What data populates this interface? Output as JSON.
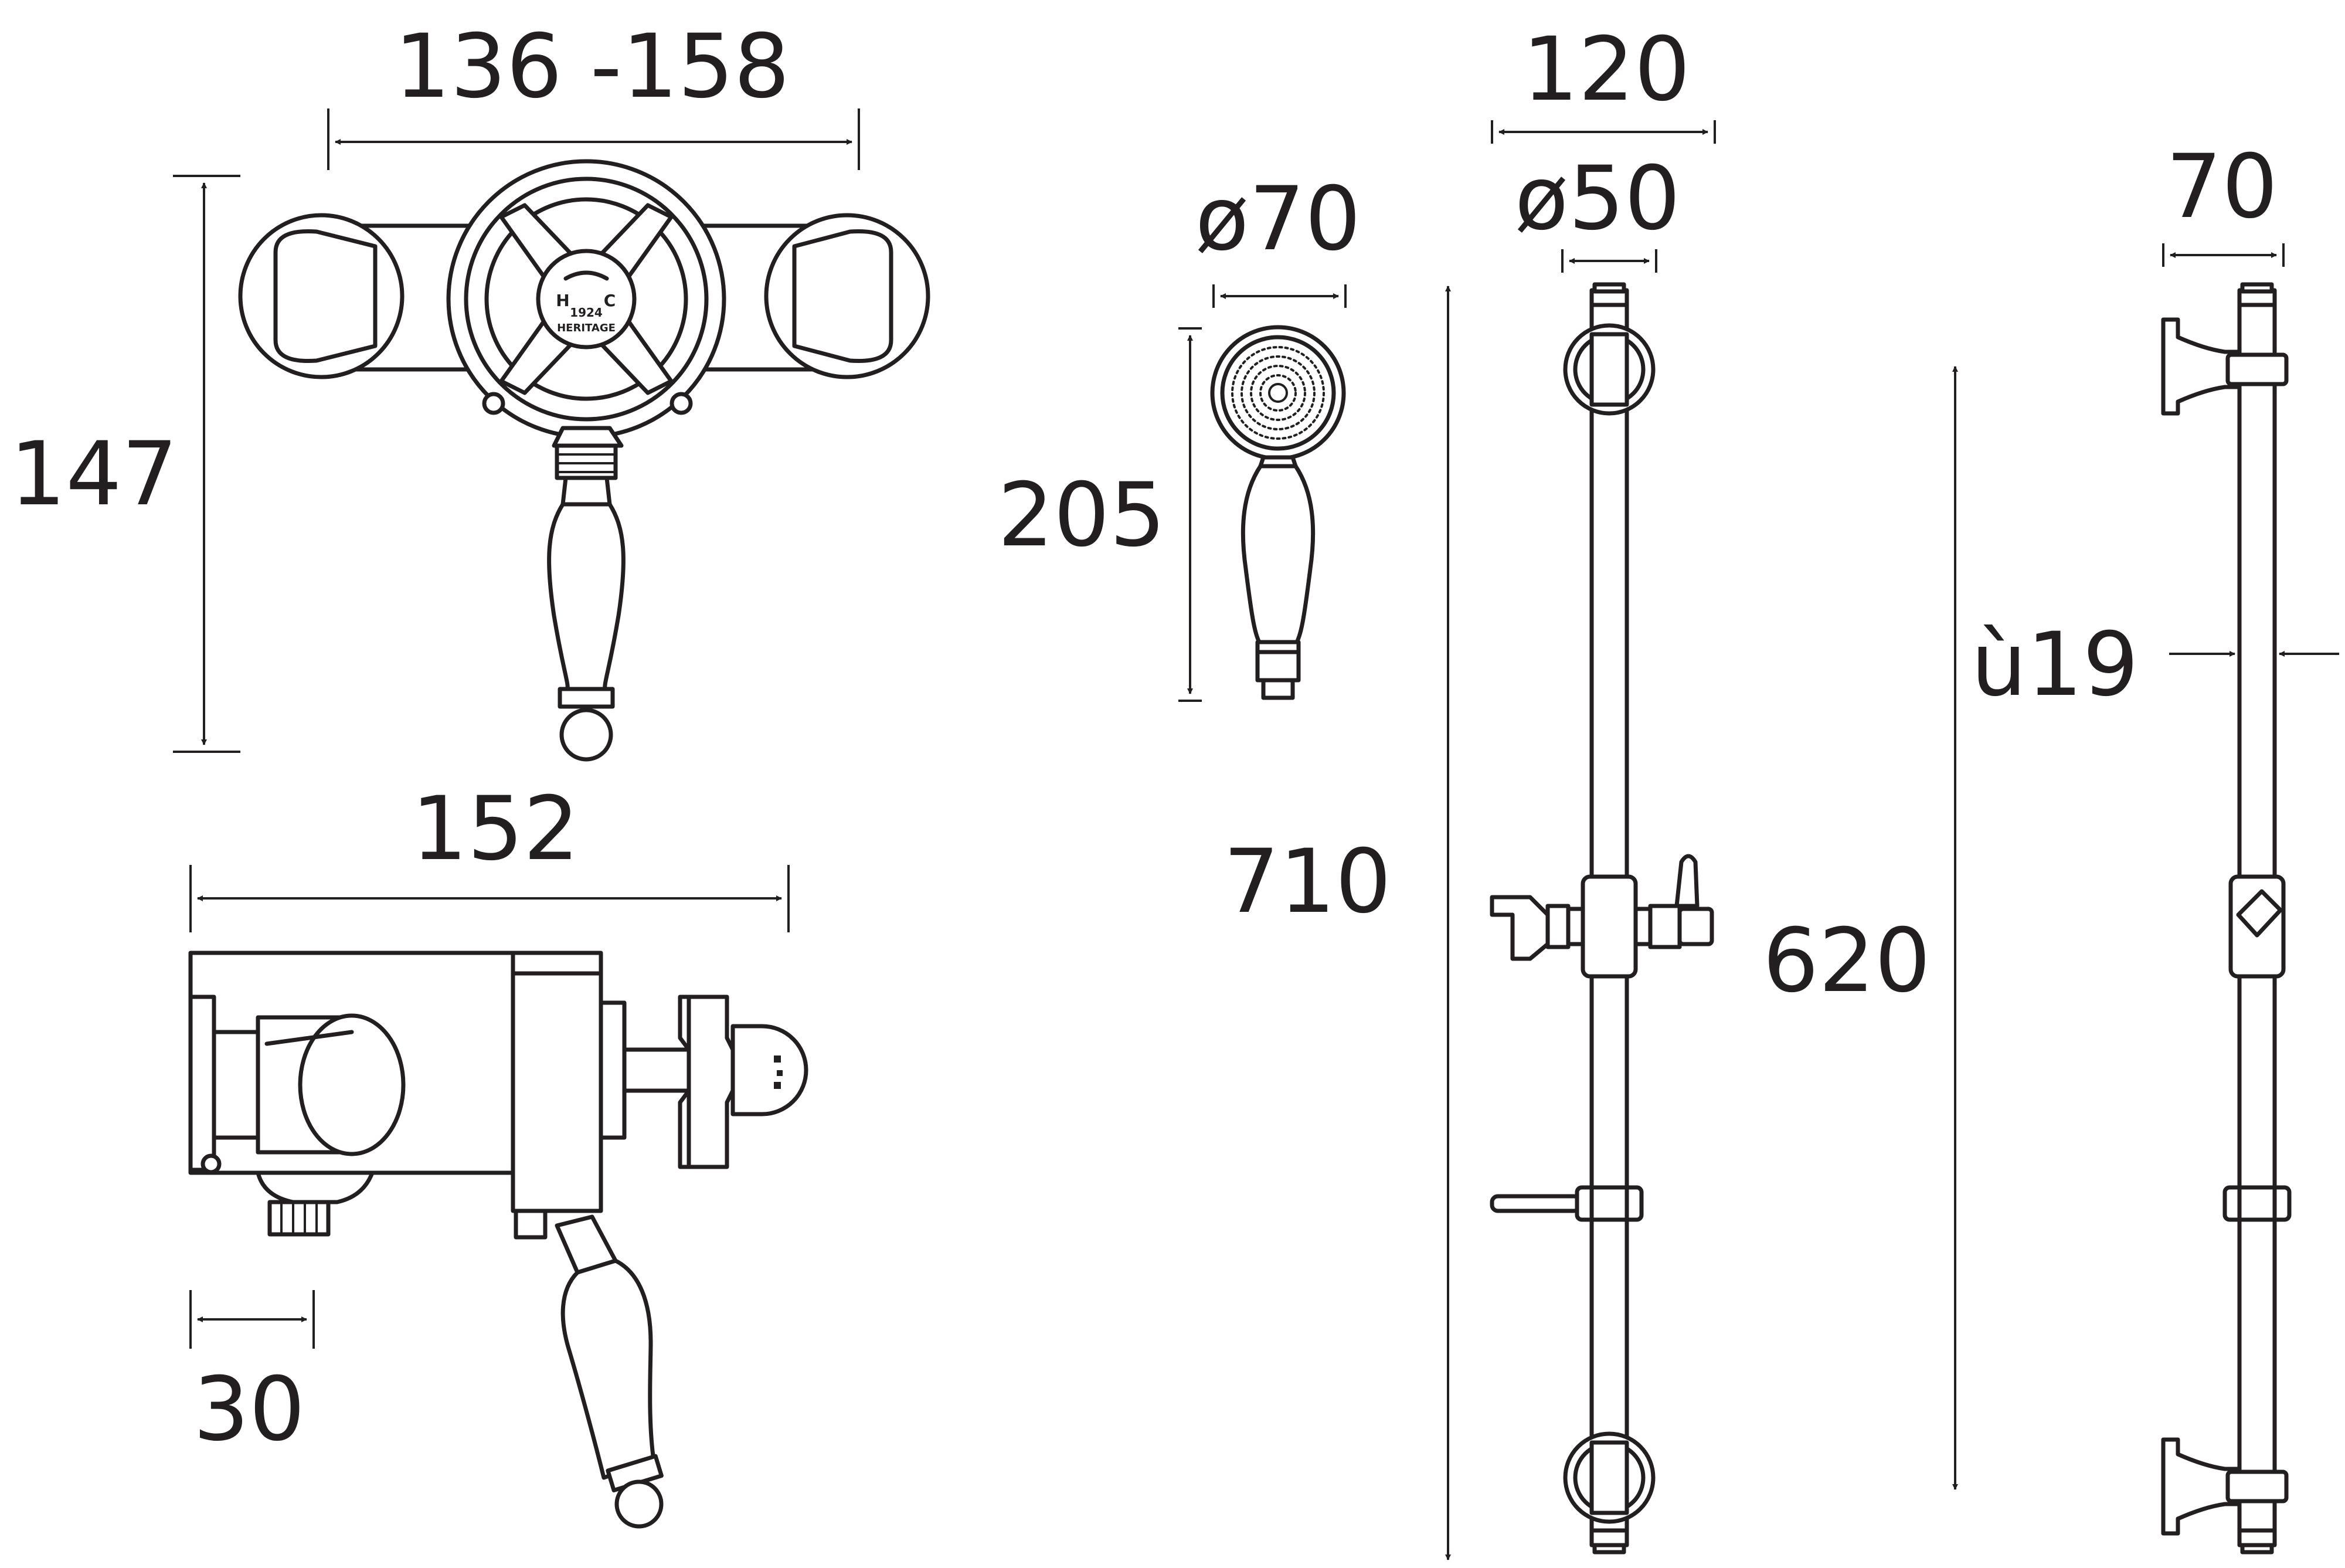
{
  "dimensions": {
    "valve_width": "136 -158",
    "valve_height": "147",
    "side_depth": "152",
    "outlet_offset": "30",
    "handset_diameter": "ø70",
    "handset_length": "205",
    "rail_bracket_width": "120",
    "bracket_diameter": "ø50",
    "rail_length": "710",
    "rail_spacing": "620",
    "rail_depth": "70",
    "rail_diameter": "ù19"
  },
  "valve_face": {
    "hot_label": "H",
    "cold_label": "C",
    "year": "1924",
    "brand": "HERITAGE"
  },
  "colors": {
    "line": "#231f20",
    "background": "#ffffff"
  }
}
